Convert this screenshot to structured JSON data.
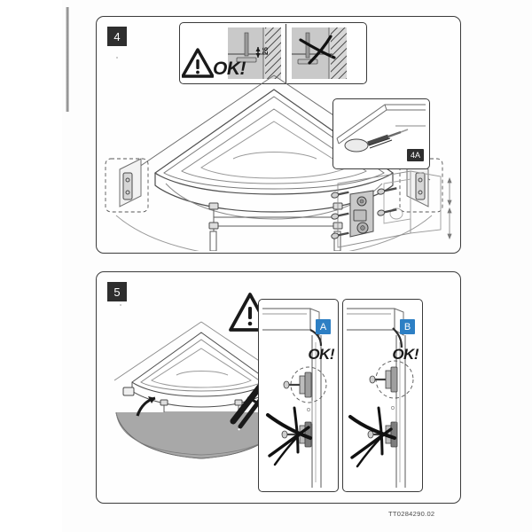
{
  "document": {
    "type": "assembly-instruction-sheet",
    "product": "corner bathtub",
    "footer_code": "TT0284290.02"
  },
  "colors": {
    "badge_dark": "#2e2e2e",
    "badge_blue": "#2d7fc4",
    "ink": "#3b3b3b",
    "line": "#6d6d6d",
    "photo_gray": "#c9c9c9",
    "panel_fill": "#a8a8a8"
  },
  "steps": [
    {
      "number": "4",
      "badge_label": "4",
      "insets": [
        {
          "name": "correct-leg-clearance",
          "ok_label": "OK!",
          "dimension_label": "26",
          "warning": "!"
        },
        {
          "name": "incorrect-leg-contact",
          "prohibited": true
        }
      ],
      "callout": {
        "label": "4A",
        "name": "drain-connection-detail"
      }
    },
    {
      "number": "5",
      "badge_label": "5",
      "warning": "!",
      "insets": [
        {
          "name": "panel-bracket-option-a",
          "badge_label": "A",
          "ok_label": "OK!"
        },
        {
          "name": "panel-bracket-option-b",
          "badge_label": "B",
          "ok_label": "OK!"
        }
      ]
    }
  ]
}
